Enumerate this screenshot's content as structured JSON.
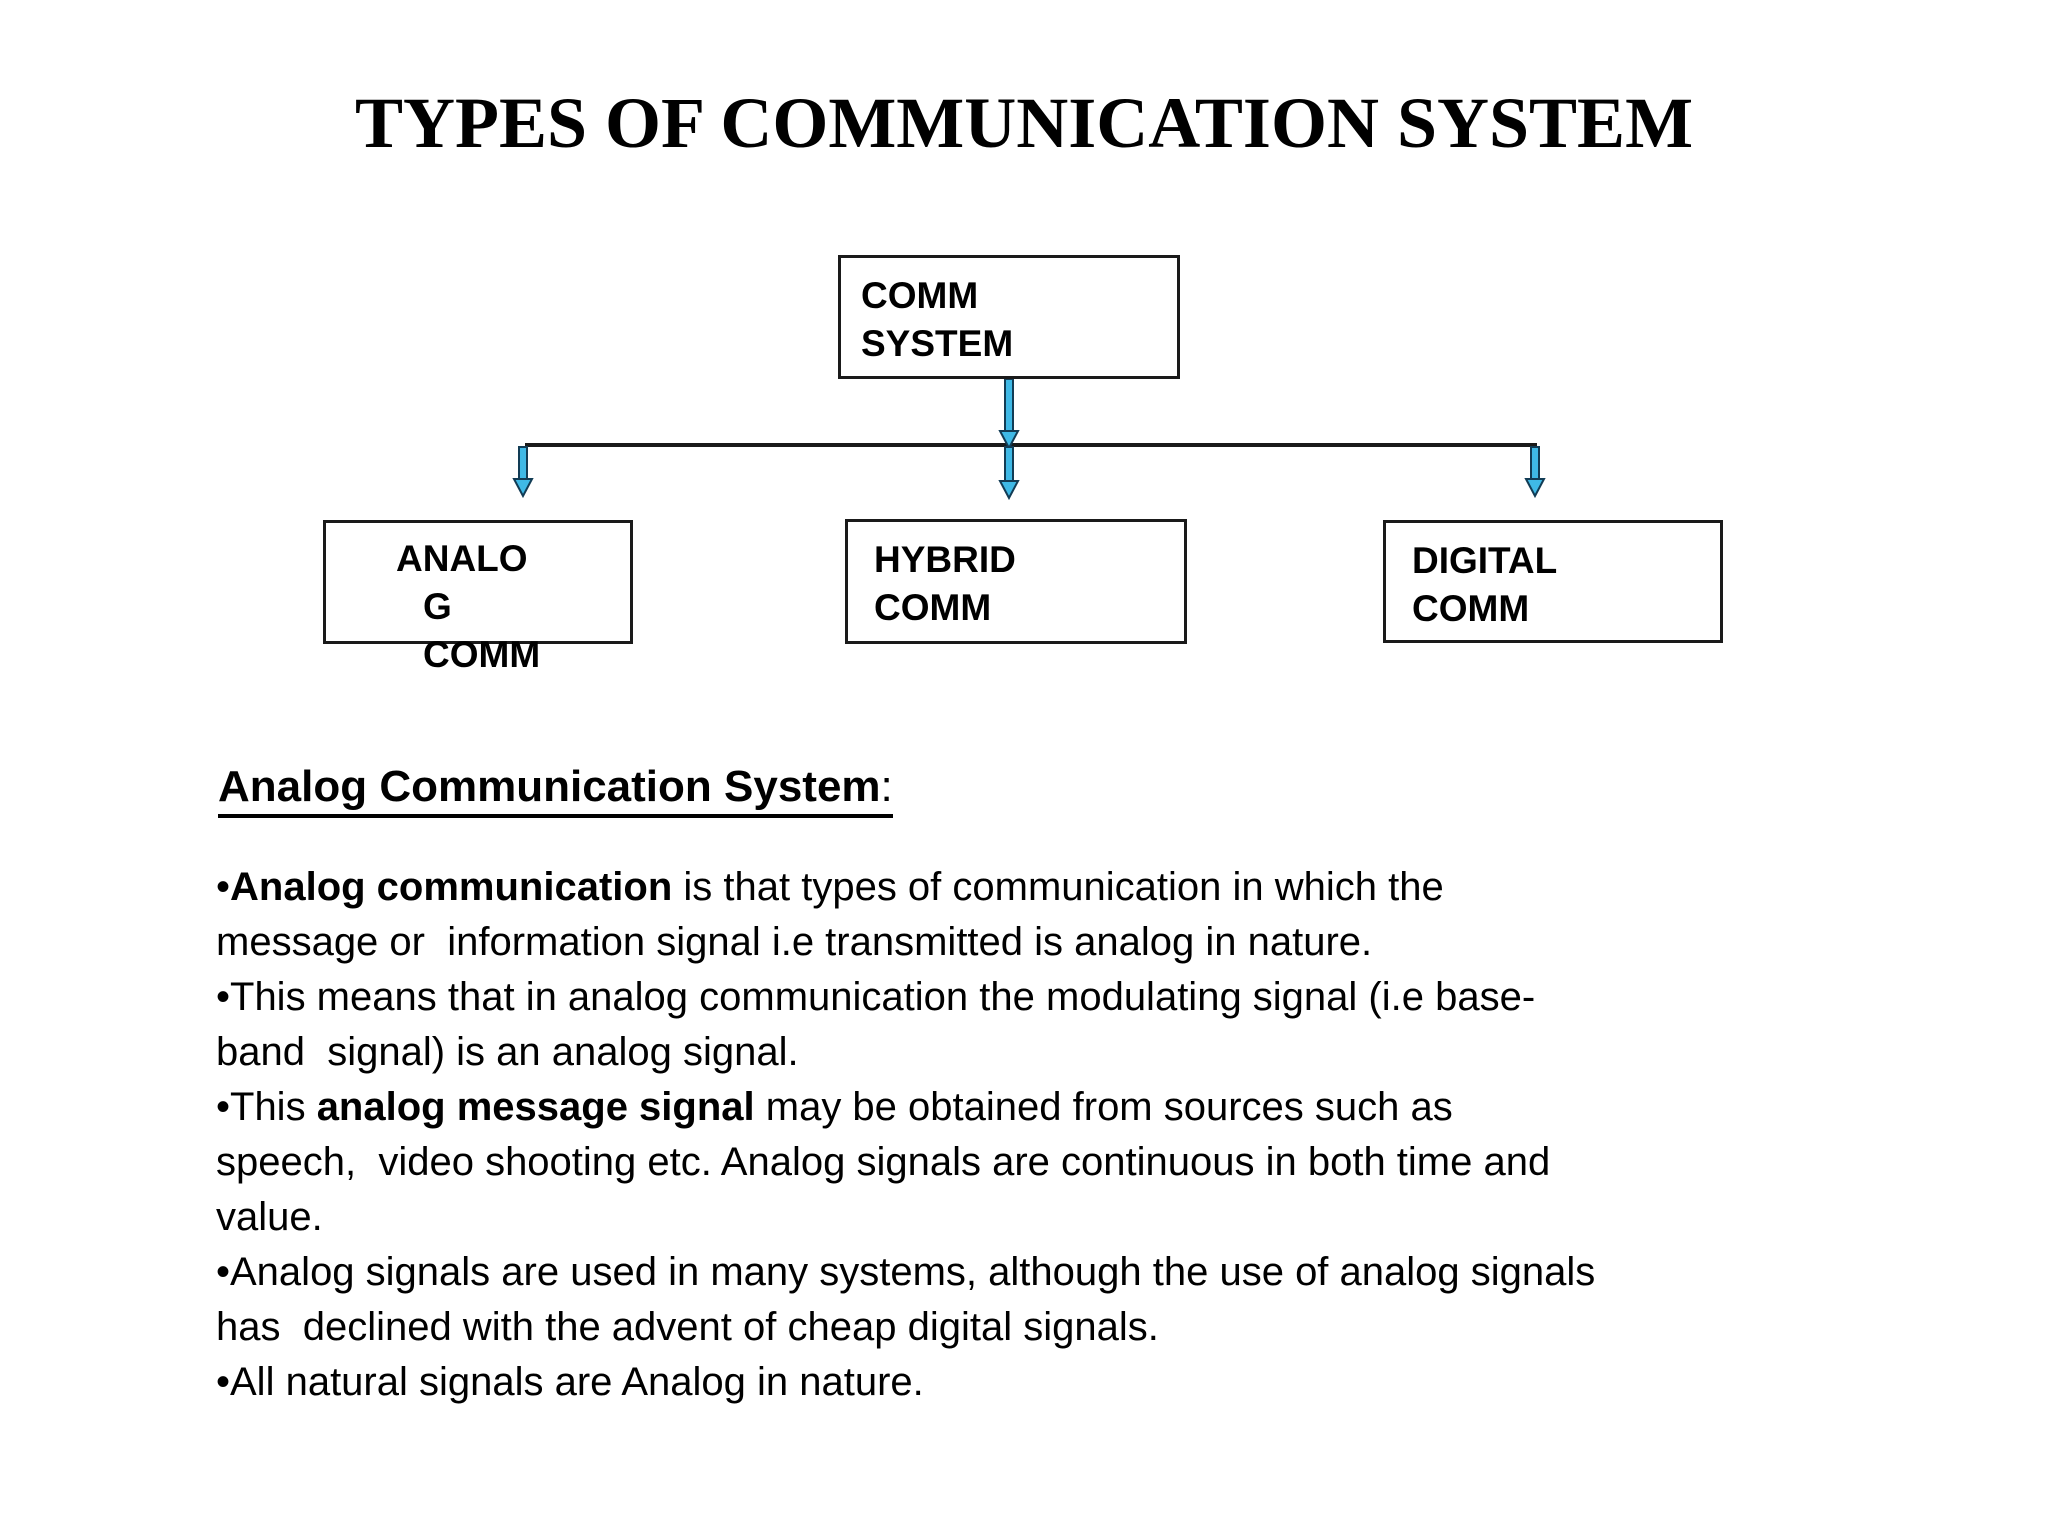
{
  "title": "TYPES OF COMMUNICATION SYSTEM",
  "diagram": {
    "boxes": {
      "root": {
        "lines": [
          "COMM",
          "SYSTEM"
        ]
      },
      "analog": {
        "lines": [
          "ANALO",
          "G",
          "COMM"
        ]
      },
      "hybrid": {
        "lines": [
          "HYBRID",
          "COMM"
        ]
      },
      "digital": {
        "lines": [
          "DIGITAL",
          "COMM"
        ]
      }
    },
    "arrow_icon": "down-arrow"
  },
  "section": {
    "heading": "Analog Communication System",
    "heading_colon": ":",
    "bullets": [
      [
        {
          "bold": false,
          "text": "•"
        },
        {
          "bold": true,
          "text": "Analog communication"
        },
        {
          "bold": false,
          "text": " is that types of communication in which the\nmessage or  information signal i.e transmitted is analog in nature."
        }
      ],
      [
        {
          "bold": false,
          "text": "•This means that in analog communication the modulating signal (i.e base-\nband  signal) is an analog signal."
        }
      ],
      [
        {
          "bold": false,
          "text": "•This "
        },
        {
          "bold": true,
          "text": "analog message signal"
        },
        {
          "bold": false,
          "text": " may be obtained from sources such as\nspeech,  video shooting etc. Analog signals are continuous in both time and\nvalue."
        }
      ],
      [
        {
          "bold": false,
          "text": "•Analog signals are used in many systems, although the use of analog signals\nhas  declined with the advent of cheap digital signals."
        }
      ],
      [
        {
          "bold": false,
          "text": "•All natural signals are Analog in nature."
        }
      ]
    ]
  },
  "colors": {
    "background": "#ffffff",
    "text": "#000000",
    "box_border": "#1a1a1a",
    "connector_line": "#1a1a1a",
    "arrow_fill": "#3fb9e6",
    "arrow_outline": "#123c55"
  }
}
